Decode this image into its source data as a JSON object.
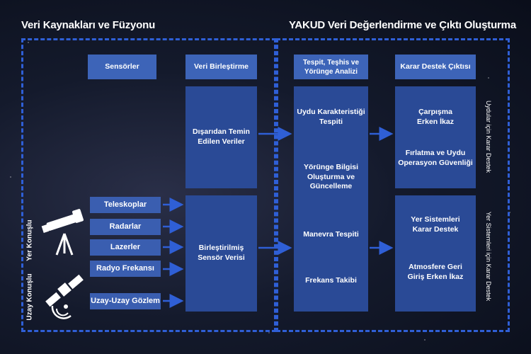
{
  "titles": {
    "left": "Veri Kaynakları ve Füzyonu",
    "right": "YAKUD Veri Değerlendirme ve Çıktı Oluşturma"
  },
  "headers": {
    "sensors": "Sensörler",
    "fusion": "Veri Birleştirme",
    "detection": "Tespit, Teşhis ve Yörünge Analizi",
    "decision": "Karar Destek Çıktısı"
  },
  "sources": [
    "Teleskoplar",
    "Radarlar",
    "Lazerler",
    "Radyo Frekansı",
    "Uzay-Uzay Gözlem"
  ],
  "fusion_boxes": {
    "external": "Dışarıdan Temin Edilen Veriler",
    "fused": "Birleştirilmiş Sensör Verisi"
  },
  "detection_items": [
    "Uydu Karakteristiği Tespiti",
    "Yörünge Bilgisi Oluşturma ve Güncelleme",
    "Manevra Tespiti",
    "Frekans Takibi"
  ],
  "decision_top": [
    "Çarpışma Erken İkaz",
    "Fırlatma ve Uydu Operasyon Güvenliği"
  ],
  "decision_bottom": [
    "Yer Sistemleri Karar Destek",
    "Atmosfere Geri Giriş Erken İkaz"
  ],
  "side_labels": {
    "ground": "Yer Konuşlu",
    "space": "Uzay Konuşlu",
    "sat_support": "Uydular için Karar Destek",
    "ground_support": "Yer Sistemleri için Karar Destek"
  },
  "colors": {
    "dash": "#2f5fd6",
    "box": "#2e4f9c",
    "arrow": "#2f5fd6"
  },
  "icons": [
    "telescope-icon",
    "satellite-icon"
  ]
}
